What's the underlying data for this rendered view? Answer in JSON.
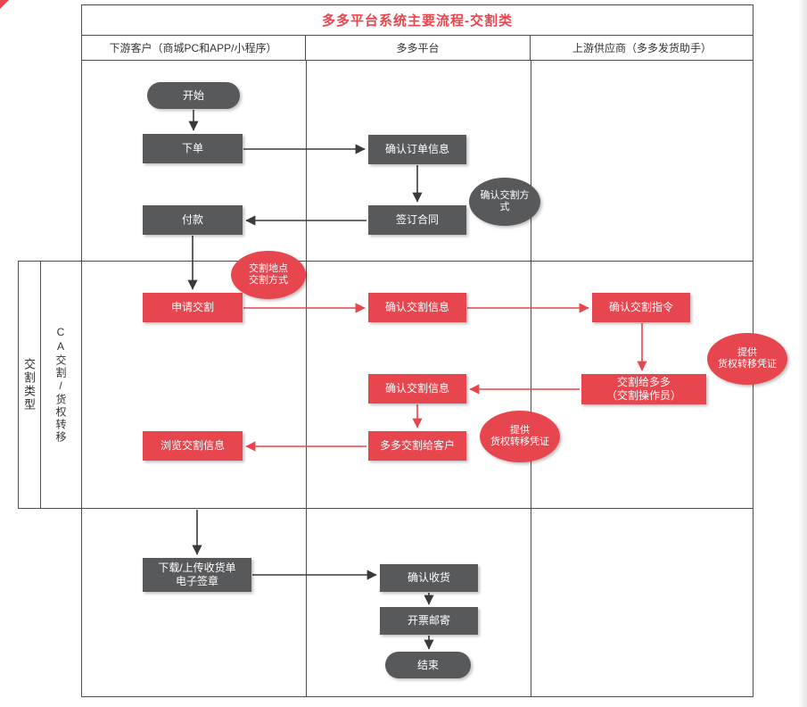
{
  "title": "多多平台系统主要流程-交割类",
  "lanes": {
    "customer": "下游客户（商城PC和APP/小程序）",
    "platform": "多多平台",
    "supplier": "上游供应商（多多发货助手）"
  },
  "band": {
    "category": "交割类型",
    "subcategory": "CA交割/货权转移"
  },
  "nodes": {
    "start": "开始",
    "place_order": "下单",
    "confirm_order_info": "确认订单信息",
    "sign_contract": "签订合同",
    "pay": "付款",
    "apply_delivery": "申请交割",
    "confirm_delivery_info": "确认交割信息",
    "confirm_delivery_instruction": "确认交割指令",
    "deliver_to_duoduo": "交割给多多\n（交割操作员）",
    "duoduo_deliver_to_customer": "多多交割给客户",
    "browse_delivery_info": "浏览交割信息",
    "download_upload_receipt": "下载/上传收货单\n电子签章",
    "confirm_receipt": "确认收货",
    "invoice_mailing": "开票邮寄",
    "end": "结束"
  },
  "notes": {
    "confirm_delivery_method": "确认交割方式",
    "delivery_place_method": "交割地点\n交割方式",
    "provide_transfer_cert": "提供\n货权转移凭证"
  },
  "colors": {
    "title": "#e8464f",
    "gray_node": "#58595b",
    "red_node": "#e8464f",
    "black_arrow": "#3a3a3a",
    "red_arrow": "#e8464f",
    "grid_line": "#4d4d4d"
  }
}
